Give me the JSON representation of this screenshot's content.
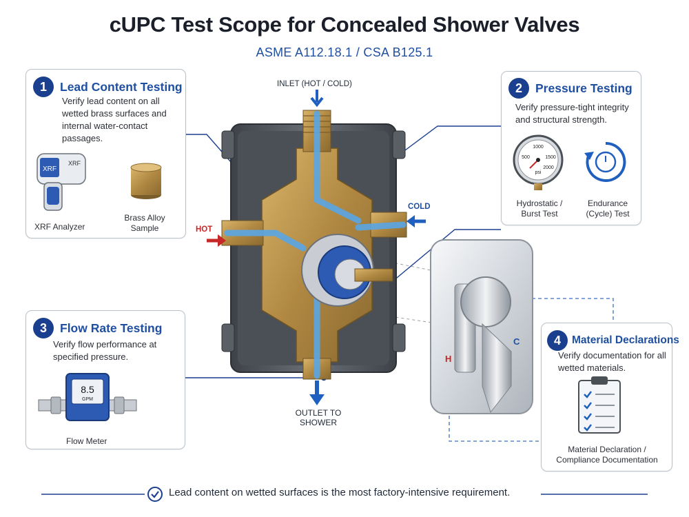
{
  "header": {
    "title": "cUPC Test Scope for Concealed Shower Valves",
    "subtitle": "ASME A112.18.1 / CSA B125.1"
  },
  "cards": [
    {
      "number": "1",
      "title": "Lead Content Testing",
      "description": "Verify lead content on all wetted brass surfaces and internal water-contact passages.",
      "items": [
        {
          "label": "XRF Analyzer",
          "icon": "xrf-analyzer-icon",
          "device_text": "XRF"
        },
        {
          "label": "Brass Alloy Sample",
          "icon": "brass-sample-icon"
        }
      ]
    },
    {
      "number": "2",
      "title": "Pressure Testing",
      "description": "Verify pressure-tight integrity and structural strength.",
      "items": [
        {
          "label": "Hydrostatic / Burst Test",
          "icon": "pressure-gauge-icon",
          "gauge_ticks": [
            "1000",
            "500",
            "1500",
            "2000"
          ],
          "gauge_unit": "psi"
        },
        {
          "label": "Endurance (Cycle) Test",
          "icon": "cycle-icon"
        }
      ]
    },
    {
      "number": "3",
      "title": "Flow Rate Testing",
      "description": "Verify flow performance at specified pressure.",
      "items": [
        {
          "label": "Flow Meter",
          "icon": "flow-meter-icon",
          "display_value": "8.5",
          "display_unit": "GPM"
        }
      ]
    },
    {
      "number": "4",
      "title": "Material Declarations",
      "description": "Verify documentation for all wetted materials.",
      "items": [
        {
          "label": "Material Declaration / Compliance Documentation",
          "icon": "clipboard-checklist-icon"
        }
      ]
    }
  ],
  "diagram": {
    "inlet_label": "INLET (HOT / COLD)",
    "hot_label": "HOT",
    "cold_label": "COLD",
    "outlet_label": "OUTLET TO SHOWER",
    "trim_hot": "H",
    "trim_cold": "C",
    "colors": {
      "hot": "#c62828",
      "cold": "#1f5fbf",
      "water": "#5aa6e6",
      "brass": "#b8914a",
      "housing": "#5a5f66",
      "accent": "#1b3f8f"
    }
  },
  "footer": {
    "text": "Lead content on wetted surfaces is the most factory-intensive requirement.",
    "icon": "check-circle-icon"
  }
}
